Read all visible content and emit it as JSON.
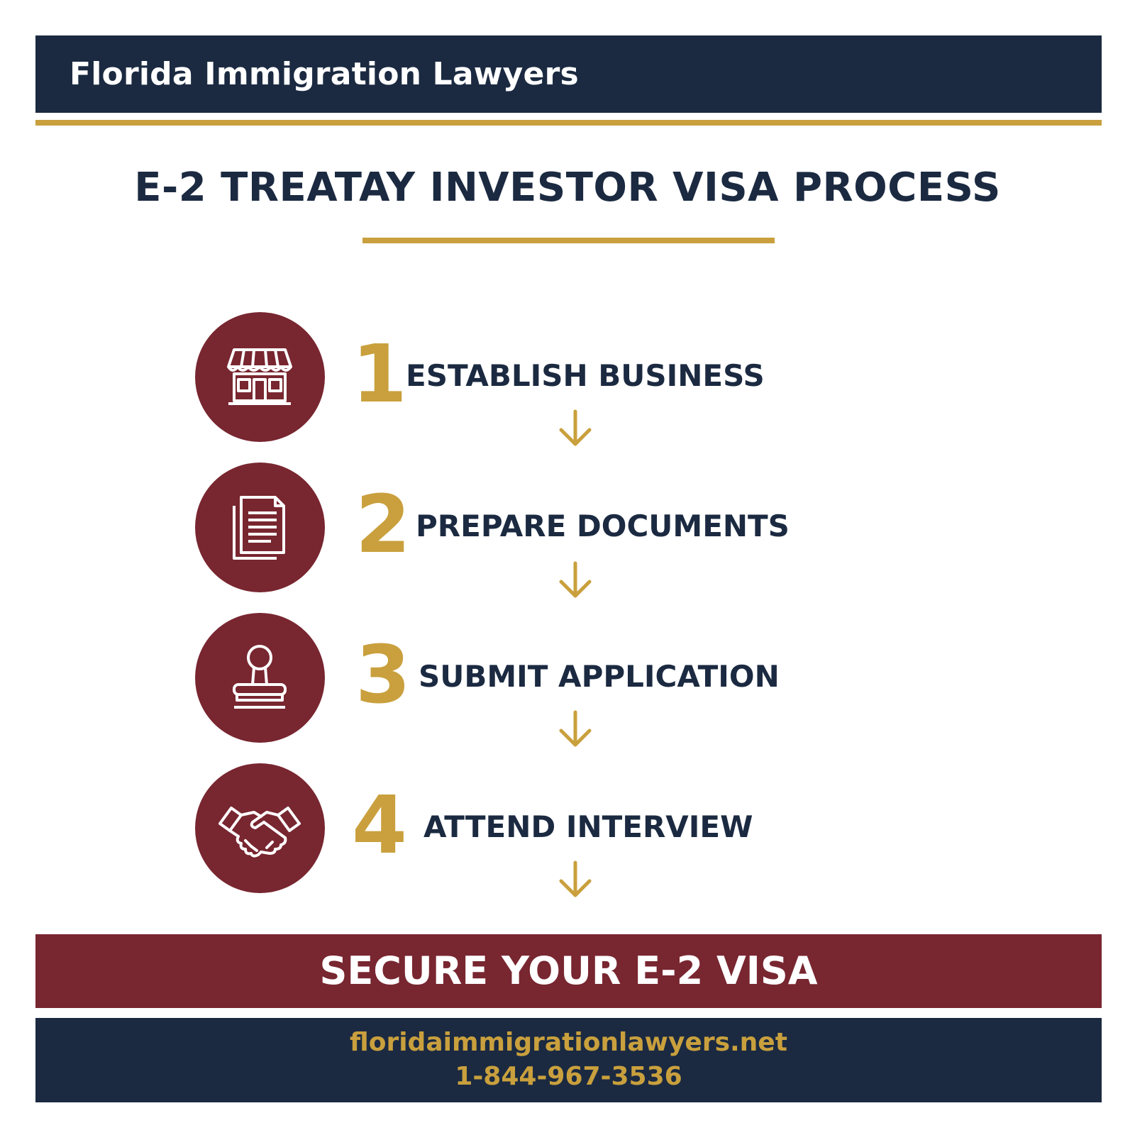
{
  "header": {
    "brand": "Florida Immigration Lawyers"
  },
  "main": {
    "title": "E-2 TREATAY INVESTOR VISA PROCESS",
    "steps": [
      {
        "number": "1",
        "label": "ESTABLISH BUSINESS",
        "icon": "storefront-icon"
      },
      {
        "number": "2",
        "label": "PREPARE DOCUMENTS",
        "icon": "documents-icon"
      },
      {
        "number": "3",
        "label": "SUBMIT APPLICATION",
        "icon": "stamp-icon"
      },
      {
        "number": "4",
        "label": "ATTEND INTERVIEW",
        "icon": "handshake-icon"
      }
    ]
  },
  "cta": {
    "label": "SECURE YOUR E-2 VISA"
  },
  "footer": {
    "website": "floridaimmigrationlawyers.net",
    "phone": "1-844-967-3536"
  },
  "colors": {
    "navy": "#1b2a41",
    "gold": "#c9a03d",
    "maroon": "#782630",
    "white": "#ffffff"
  }
}
